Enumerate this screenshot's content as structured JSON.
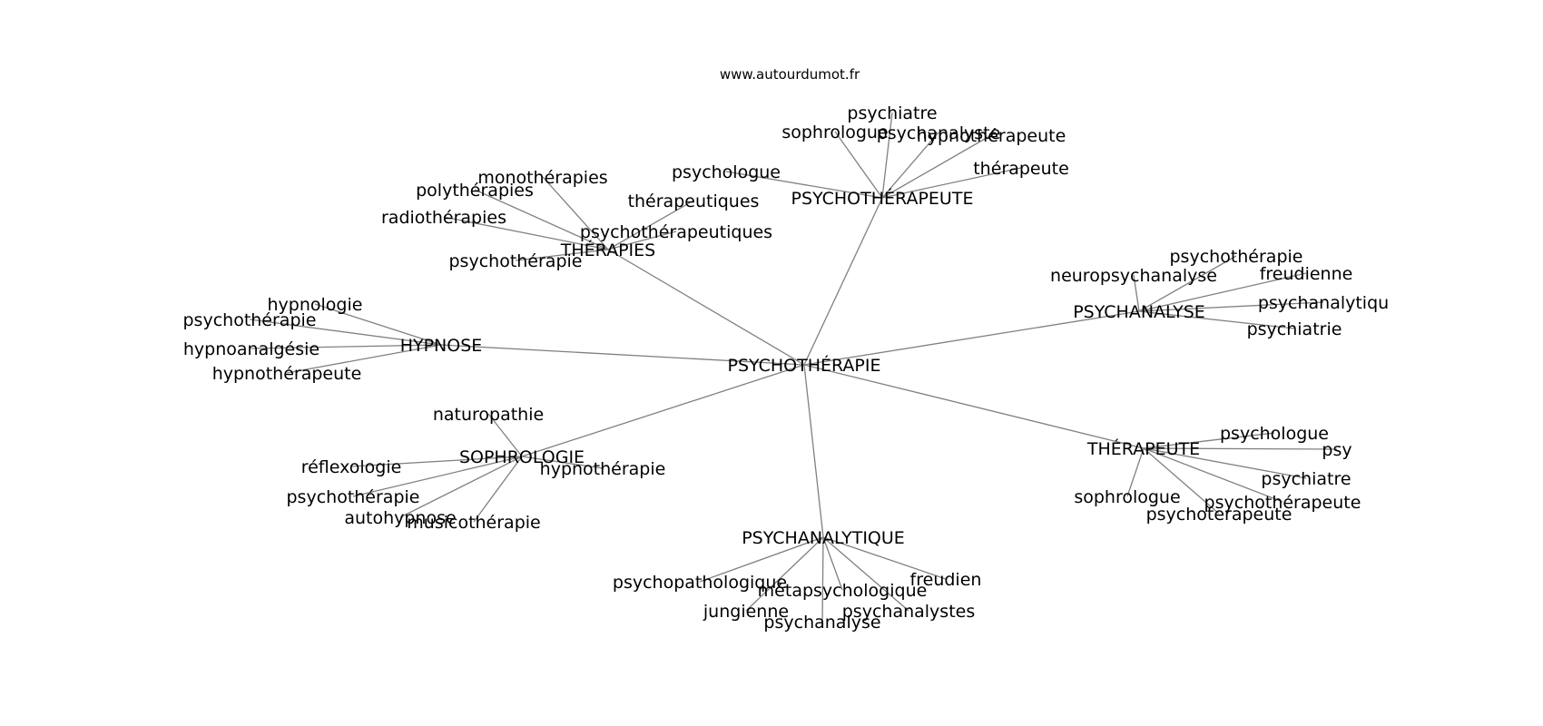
{
  "header": {
    "source": "www.autourdumot.fr"
  },
  "graph": {
    "center": "PSYCHOTHÉRAPIE",
    "hubs": [
      {
        "id": "psychotherapeute",
        "label": "PSYCHOTHÉRAPEUTE",
        "leaves": [
          "psychiatre",
          "sophrologue",
          "psychanalyste",
          "hypnothérapeute",
          "thérapeute",
          "psychologue"
        ]
      },
      {
        "id": "therapies",
        "label": "THÉRAPIES",
        "leaves": [
          "monothérapies",
          "polythérapies",
          "radiothérapies",
          "thérapeutiques",
          "psychothérapeutiques",
          "psychothérapie"
        ]
      },
      {
        "id": "psychanalyse",
        "label": "PSYCHANALYSE",
        "leaves": [
          "psychothérapie",
          "neuropsychanalyse",
          "freudienne",
          "psychanalytiqu",
          "psychiatrie"
        ]
      },
      {
        "id": "hypnose",
        "label": "HYPNOSE",
        "leaves": [
          "hypnologie",
          "psychothérapie",
          "hypnoanalgésie",
          "hypnothérapeute"
        ]
      },
      {
        "id": "sophrologie",
        "label": "SOPHROLOGIE",
        "leaves": [
          "naturopathie",
          "réflexologie",
          "hypnothérapie",
          "psychothérapie",
          "autohypnose",
          "musicothérapie"
        ]
      },
      {
        "id": "therapeute",
        "label": "THÉRAPEUTE",
        "leaves": [
          "psychologue",
          "psy",
          "psychiatre",
          "sophrologue",
          "psychothérapeute",
          "psychoterapeute"
        ]
      },
      {
        "id": "psychanalytique",
        "label": "PSYCHANALYTIQUE",
        "leaves": [
          "freudien",
          "psychopathologique",
          "métapsychologique",
          "jungienne",
          "psychanalystes",
          "psychanalyse"
        ]
      }
    ]
  }
}
